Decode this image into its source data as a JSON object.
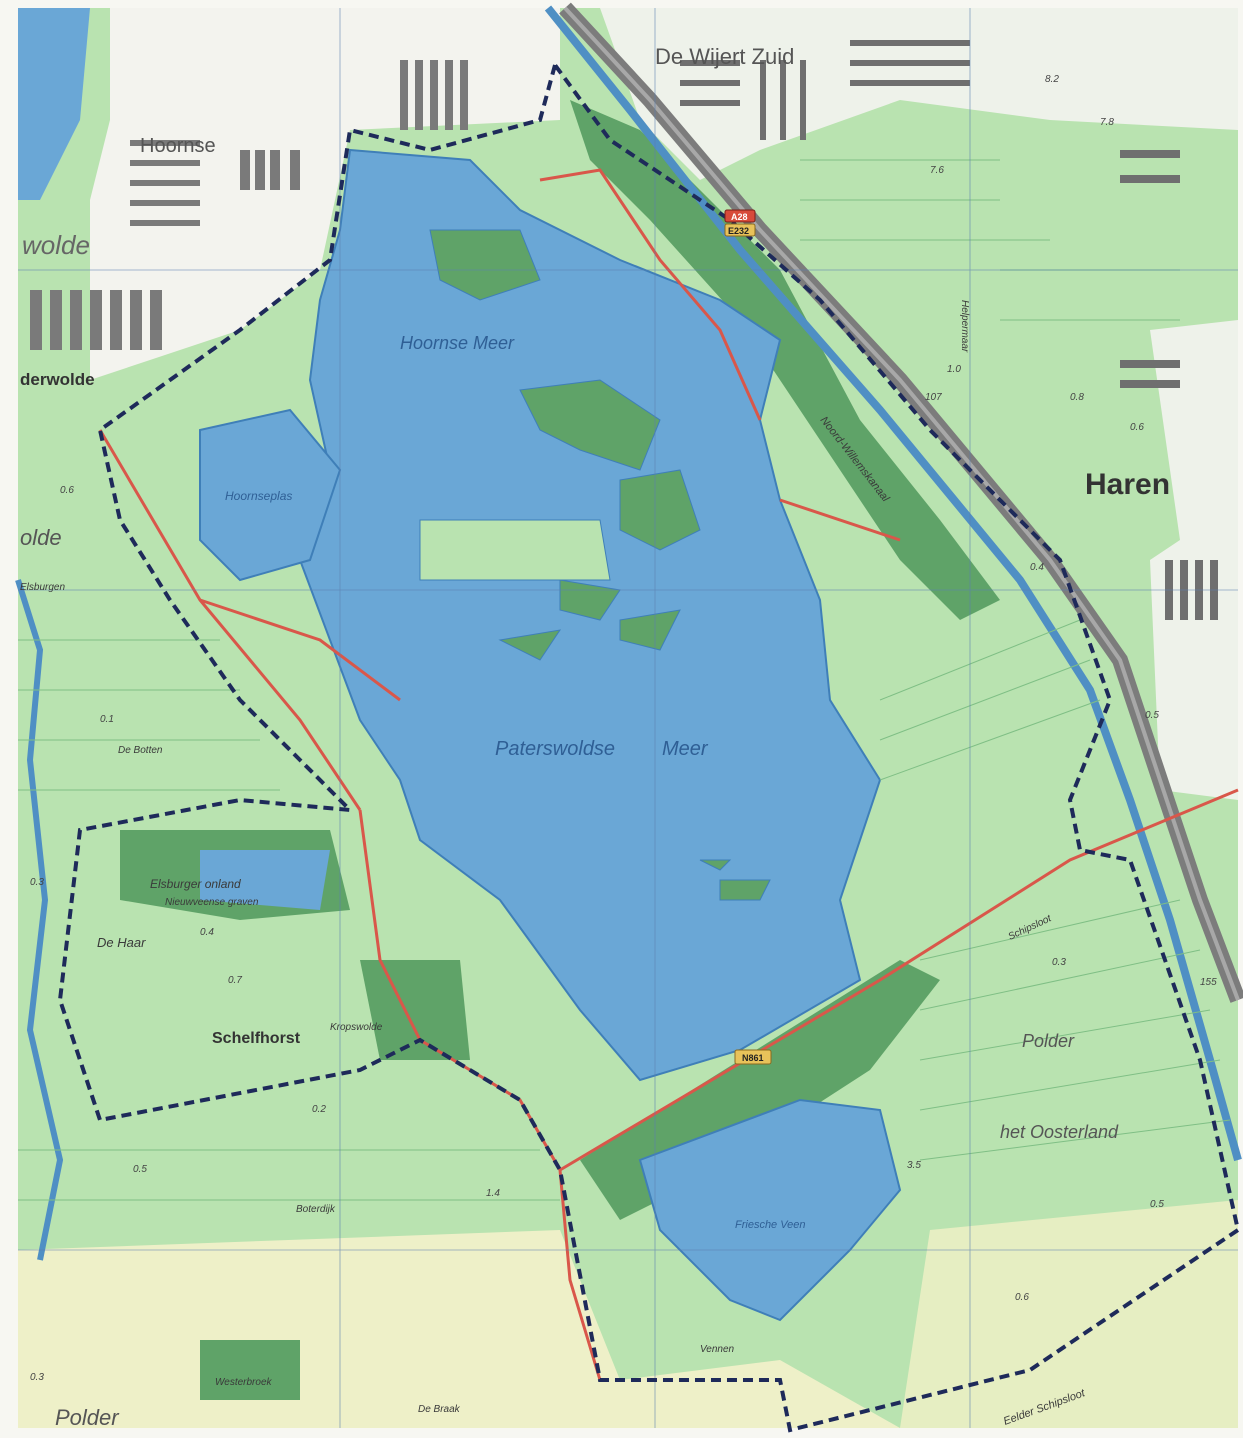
{
  "map": {
    "colors": {
      "water": "#6aa7d6",
      "water_edge": "#3f7fb8",
      "meadow": "#b9e3b0",
      "meadow_light": "#d6eec9",
      "forest": "#5fa368",
      "farmland": "#eef0c8",
      "built": "#f3f3ee",
      "buildings": "#5a5a5a",
      "boundary": "#1e2a5a",
      "road_red": "#d9574a",
      "highway": "#7c7c7c",
      "ditch": "#4f8fc4"
    },
    "labels": {
      "lake_main_a": "Paterswoldse",
      "lake_main_b": "Meer",
      "lake_north": "Hoornse Meer",
      "lake_plas": "Hoornseplas",
      "lake_south": "Friesche Veen",
      "pond_west": "Elsburger onland",
      "pond_west_sub": "Nieuwveense graven",
      "town_haren": "Haren",
      "town_schelfhorst": "Schelfhorst",
      "town_hoornse": "Hoornse",
      "town_wijert": "De Wijert Zuid",
      "town_derwolde": "derwolde",
      "town_wolde": "wolde",
      "polder_oosterland_a": "Polder",
      "polder_oosterland_b": "het Oosterland",
      "polder_west": "olde",
      "polder_bottom": "Polder",
      "place_botten": "De Botten",
      "place_haar": "De Haar",
      "place_braak": "De Braak",
      "place_vennen": "Vennen",
      "place_elsburgen": "Elsburgen",
      "place_boterdijk": "Boterdijk",
      "place_westerhoek": "Westerbroek",
      "place_kropswolde": "Kropswolde",
      "canal_noord": "Noord-Willemskanaal",
      "sloot_east": "Eelder Schipsloot",
      "sloot_helpman": "Helpermaar",
      "sloot_schipsloot": "Schipsloot",
      "road_a28": "A28",
      "road_e232": "E232",
      "road_n861": "N861"
    },
    "spot_heights": [
      "0.6",
      "0.7",
      "0.4",
      "0.5",
      "0.2",
      "0.1",
      "0.3",
      "0.8",
      "1.4",
      "7.6",
      "8.2",
      "7.8",
      "0.5",
      "1.0",
      "0.4",
      "0.3",
      "0.6",
      "0.6",
      "0.5",
      "3.5",
      "0.3",
      "107",
      "155"
    ]
  }
}
